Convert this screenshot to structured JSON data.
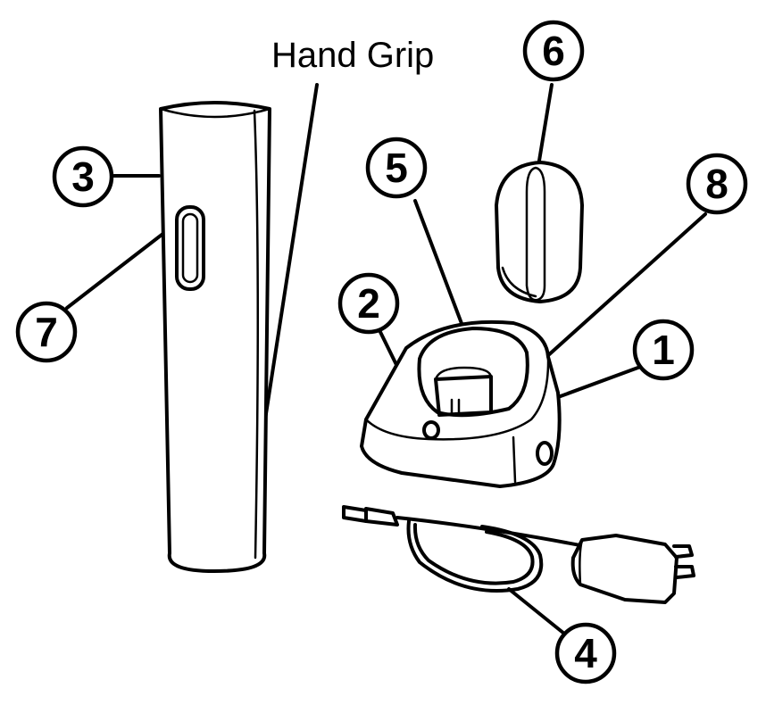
{
  "labels": {
    "hand_grip": "Hand Grip"
  },
  "callouts": [
    "1",
    "2",
    "3",
    "4",
    "5",
    "6",
    "7",
    "8"
  ]
}
